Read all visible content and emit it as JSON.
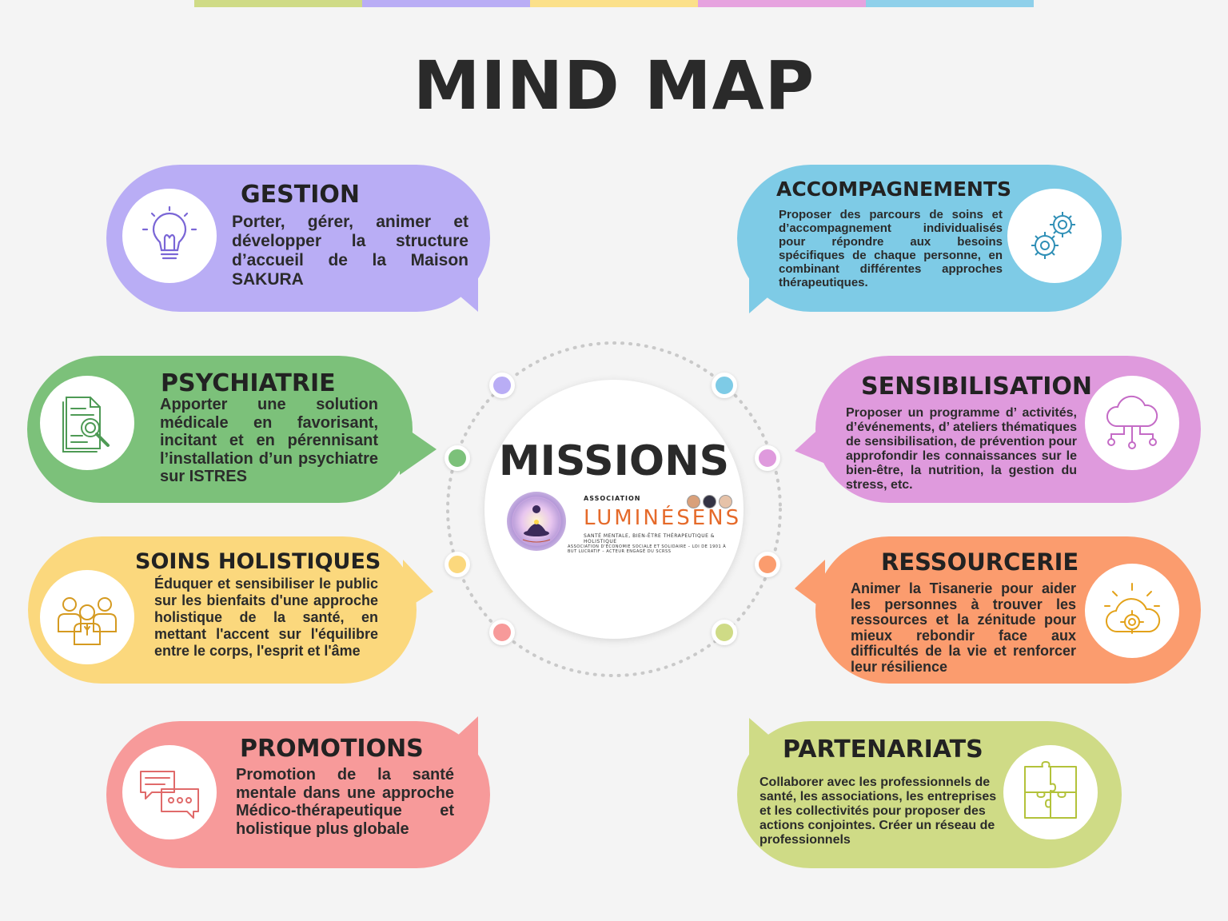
{
  "colors": {
    "background": "#f4f4f4",
    "purple": "#b9adf5",
    "blue": "#7ecbe6",
    "green": "#7cc17a",
    "pink": "#df9add",
    "yellow": "#fbd87d",
    "orange": "#fb9c6e",
    "red": "#f79a9a",
    "lime": "#cfdb86"
  },
  "page": {
    "title": "MIND MAP"
  },
  "center": {
    "title": "MISSIONS",
    "logo_top": "ASSOCIATION",
    "logo_name": "LUMINÉSENS",
    "logo_tagline": "SANTÉ MENTALE, BIEN-ÊTRE THÉRAPEUTIQUE & HOLISTIQUE",
    "logo_footer": "ASSOCIATION D'ÉCONOMIE SOCIALE ET SOLIDAIRE – LOI DE 1901 À BUT LUCRATIF – ACTEUR ENGAGÉ DU SCRSS"
  },
  "nodes": {
    "gestion": {
      "title": "GESTION",
      "icon": "lightbulb-icon",
      "text": "Porter, gérer, animer et développer la structure d’accueil de la Maison SAKURA"
    },
    "accompagnements": {
      "title": "ACCOMPAGNEMENTS",
      "icon": "gears-icon",
      "text": "Proposer des parcours de soins et d’accompagnement individualisés pour répondre aux besoins spécifiques de chaque personne, en combinant différentes approches thérapeutiques."
    },
    "psychiatrie": {
      "title": "PSYCHIATRIE",
      "icon": "document-magnifier-icon",
      "text": "Apporter une solution médicale en favorisant, incitant et en pérennisant l’installation d’un psychiatre sur ISTRES"
    },
    "sensibilisation": {
      "title": "SENSIBILISATION",
      "icon": "cloud-network-icon",
      "text": "Proposer un programme d’ activités, d’événements, d’ ateliers thématiques de sensibilisation, de prévention pour approfondir les connaissances sur le bien-être, la nutrition, la gestion du stress, etc."
    },
    "soins": {
      "title": "SOINS HOLISTIQUES",
      "icon": "people-group-icon",
      "text": "Éduquer et sensibiliser le public sur les bienfaits d'une approche holistique de la santé, en mettant l'accent sur l'équilibre entre le corps, l'esprit et l'âme"
    },
    "ressourcerie": {
      "title": "RESSOURCERIE",
      "icon": "cloud-gear-icon",
      "text": "Animer la Tisanerie pour aider les personnes à trouver les ressources  et la zénitude pour mieux rebondir face aux difficultés de la vie et renforcer leur résilience"
    },
    "promotions": {
      "title": "PROMOTIONS",
      "icon": "chat-bubbles-icon",
      "text": "Promotion de la santé mentale dans une approche Médico-thérapeutique et holistique plus globale"
    },
    "partenariats": {
      "title": "PARTENARIATS",
      "icon": "puzzle-icon",
      "text": "Collaborer avec les professionnels de santé, les associations, les entreprises et les collectivités pour proposer des actions conjointes. Créer un réseau de professionnels"
    }
  }
}
